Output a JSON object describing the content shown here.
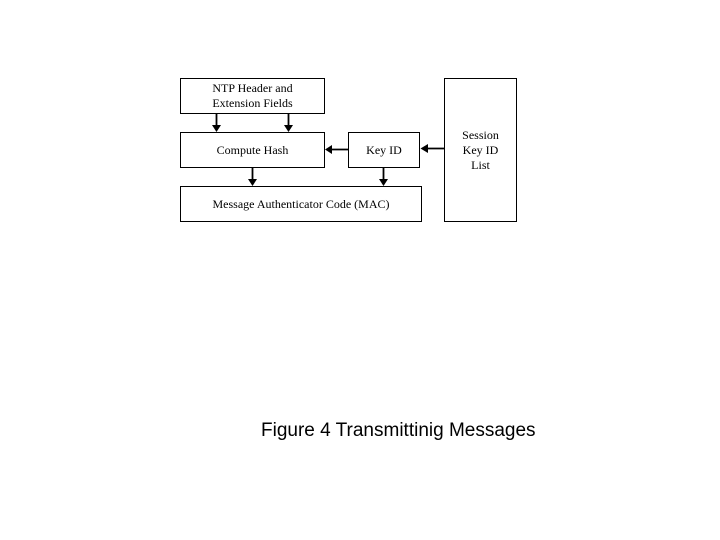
{
  "slide": {
    "background_color": "#ffffff",
    "line_color": "#000000",
    "text_color": "#000000"
  },
  "diagram": {
    "boxes": {
      "ntp_header": {
        "line1": "NTP Header and",
        "line2": "Extension Fields"
      },
      "compute_hash": {
        "label": "Compute Hash"
      },
      "key_id": {
        "label": "Key ID"
      },
      "mac": {
        "label": "Message Authenticator Code (MAC)"
      },
      "session_key_id_list": {
        "line1": "Session",
        "line2": "Key ID",
        "line3": "List"
      }
    },
    "connections": [
      {
        "from": "ntp_header",
        "to": "compute_hash",
        "direction": "down",
        "position": "left"
      },
      {
        "from": "ntp_header",
        "to": "compute_hash",
        "direction": "down",
        "position": "right"
      },
      {
        "from": "key_id",
        "to": "compute_hash",
        "direction": "left"
      },
      {
        "from": "session_key_id_list",
        "to": "key_id",
        "direction": "left"
      },
      {
        "from": "compute_hash",
        "to": "mac",
        "direction": "down"
      },
      {
        "from": "key_id",
        "to": "mac",
        "direction": "down"
      }
    ]
  },
  "caption": {
    "text": "Figure 4 Transmittinig Messages"
  }
}
